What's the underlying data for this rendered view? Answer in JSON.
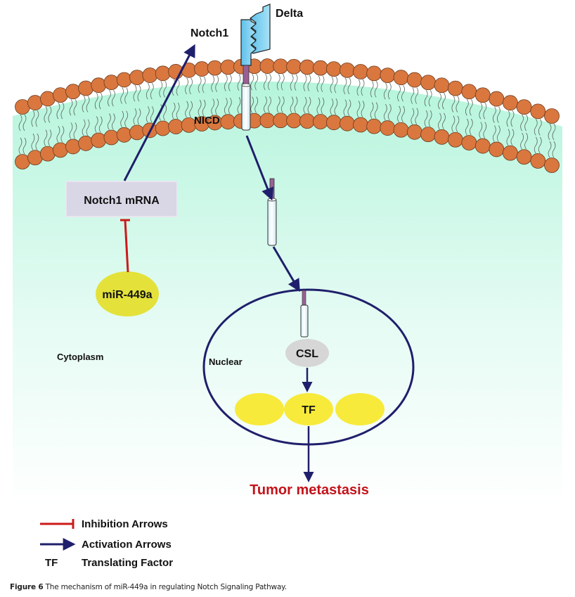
{
  "diagram": {
    "labels": {
      "delta": "Delta",
      "notch1": "Notch1",
      "nicd": "NICD",
      "notch1_mrna": "Notch1 mRNA",
      "mir": "miR-449a",
      "cytoplasm": "Cytoplasm",
      "nuclear": "Nuclear",
      "csl": "CSL",
      "tf": "TF",
      "outcome": "Tumor metastasis"
    },
    "edges": [
      {
        "from": "Notch1 mRNA",
        "to": "Notch1",
        "type": "activation"
      },
      {
        "from": "miR-449a",
        "to": "Notch1 mRNA",
        "type": "inhibition"
      },
      {
        "from": "NICD",
        "to": "NICD (cytoplasm)",
        "type": "activation"
      },
      {
        "from": "NICD (cytoplasm)",
        "to": "Nucleus",
        "type": "activation"
      },
      {
        "from": "CSL",
        "to": "TF",
        "type": "activation"
      },
      {
        "from": "TF",
        "to": "Tumor metastasis",
        "type": "activation"
      }
    ],
    "colors": {
      "activation": "#1f1f6b",
      "inhibition": "#cc1a1a",
      "outcome_text": "#c4121a",
      "lipid_head": "#d9773f",
      "cytoplasm_bg": "#b8f5de",
      "receptor": "#66c8ee",
      "tf_yellow": "#f7ea3a",
      "csl_gray": "#d6d6d6",
      "mrna_box": "#d9d7e6"
    }
  },
  "legend": {
    "items": [
      {
        "symbol": "inhibition-arrow",
        "label": "Inhibition Arrows"
      },
      {
        "symbol": "activation-arrow",
        "label": "Activation Arrows"
      },
      {
        "symbol": "TF",
        "label": "Translating Factor"
      }
    ]
  },
  "caption": {
    "prefix": "Figure 6",
    "text": " The mechanism of miR-449a in regulating Notch Signaling Pathway."
  }
}
